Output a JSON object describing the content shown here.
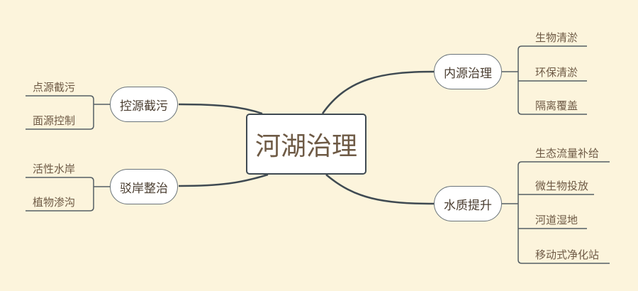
{
  "central": "河湖治理",
  "branches": {
    "inner": {
      "label": "内源治理",
      "leaves": [
        "生物清淤",
        "环保清淤",
        "隔离覆盖"
      ]
    },
    "water": {
      "label": "水质提升",
      "leaves": [
        "生态流量补给",
        "微生物投放",
        "河道湿地",
        "移动式净化站"
      ]
    },
    "source": {
      "label": "控源截污",
      "leaves": [
        "点源截污",
        "面源控制"
      ]
    },
    "bank": {
      "label": "驳岸整治",
      "leaves": [
        "活性水岸",
        "植物渗沟"
      ]
    }
  }
}
